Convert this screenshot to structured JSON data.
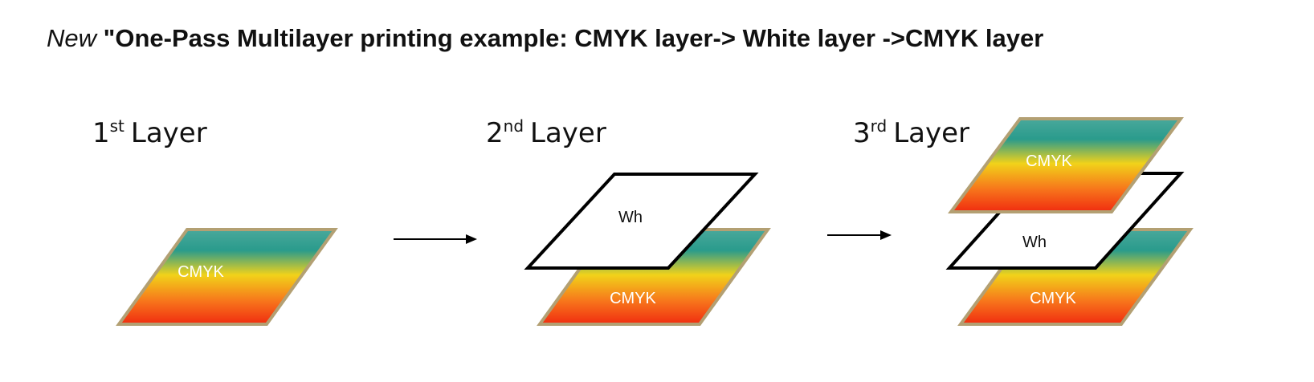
{
  "title": {
    "lead": "New",
    "main": "\"One-Pass Multilayer printing example: CMYK layer-> White layer ->CMYK layer"
  },
  "layers": [
    {
      "number": "1",
      "suffix": "st",
      "word": "Layer"
    },
    {
      "number": "2",
      "suffix": "nd",
      "word": "Layer"
    },
    {
      "number": "3",
      "suffix": "rd",
      "word": "Layer"
    }
  ],
  "plates": {
    "cmyk_label": "CMYK",
    "white_label": "Wh"
  },
  "colors": {
    "gradient_top": "#2a9b8c",
    "gradient_mid": "#f1d21a",
    "gradient_bottom": "#f02c10",
    "plate_border": "#b3a073",
    "white_border": "#000000",
    "arrow": "#000000"
  }
}
